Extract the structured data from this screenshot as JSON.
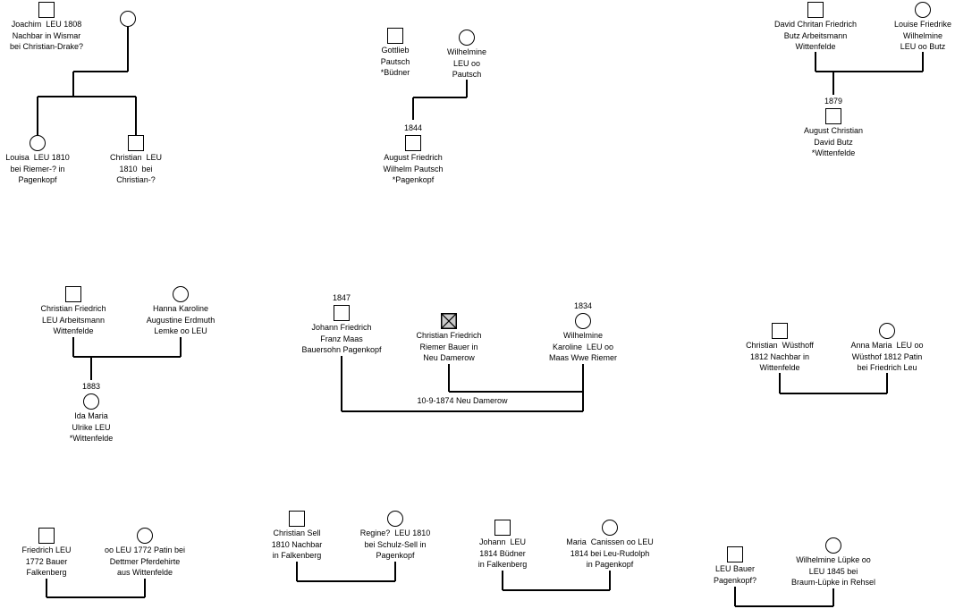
{
  "groups": [
    {
      "id": "joachim",
      "people": [
        {
          "sym": "male",
          "label": "Joachim  LEU 1808\nNachbar in Wismar\nbei Christian-Drake?"
        },
        {
          "sym": "female",
          "label": ""
        },
        {
          "sym": "female",
          "label": "Louisa  LEU 1810\nbei Riemer-? in\nPagenkopf"
        },
        {
          "sym": "male",
          "label": "Christian  LEU\n1810  bei\nChristian-?"
        }
      ]
    },
    {
      "id": "pautsch",
      "people": [
        {
          "sym": "male",
          "label": "Gottlieb\nPautsch\n*Büdner"
        },
        {
          "sym": "female",
          "label": "Wilhelmine\nLEU oo\nPautsch"
        },
        {
          "sym": "male",
          "year": "1844",
          "label": "August Friedrich\nWilhelm Pautsch\n*Pagenkopf"
        }
      ]
    },
    {
      "id": "butz",
      "people": [
        {
          "sym": "male",
          "label": "David Chritan Friedrich\nButz Arbeitsmann\nWittenfelde"
        },
        {
          "sym": "female",
          "label": "Louise Friedrike\nWilhelmine\nLEU oo Butz"
        },
        {
          "sym": "male",
          "year": "1879",
          "label": "August Christian\nDavid Butz\n*Wittenfelde"
        }
      ]
    },
    {
      "id": "ida",
      "people": [
        {
          "sym": "male",
          "label": "Christian Friedrich\nLEU Arbeitsmann\nWittenfelde"
        },
        {
          "sym": "female",
          "label": "Hanna Karoline\nAugustine Erdmuth\nLemke oo LEU"
        },
        {
          "sym": "female",
          "year": "1883",
          "label": "Ida Maria\nUlrike LEU\n*Wittenfelde"
        }
      ]
    },
    {
      "id": "maas",
      "people": [
        {
          "sym": "male",
          "year": "1847",
          "label": "Johann Friedrich\nFranz Maas\nBauersohn Pagenkopf"
        },
        {
          "sym": "male-deceased",
          "label": "Christian Friedrich\nRiemer Bauer in\nNeu Damerow"
        },
        {
          "sym": "female",
          "year": "1834",
          "label": "Wilhelmine\nKaroline  LEU oo\nMaas Wwe Riemer"
        }
      ],
      "marriage": "10-9-1874 Neu Damerow"
    },
    {
      "id": "wusthoff",
      "people": [
        {
          "sym": "male",
          "label": "Christian  Wüsthoff\n1812 Nachbar in\nWittenfelde"
        },
        {
          "sym": "female",
          "label": "Anna Maria  LEU oo\nWüsthof 1812 Patin\nbei Friedrich Leu"
        }
      ]
    },
    {
      "id": "f1772",
      "people": [
        {
          "sym": "male",
          "label": "Friedrich LEU\n1772 Bauer\nFalkenberg"
        },
        {
          "sym": "female",
          "label": "oo LEU 1772 Patin bei\nDettmer Pferdehirte\naus Wittenfelde"
        }
      ]
    },
    {
      "id": "sell",
      "people": [
        {
          "sym": "male",
          "label": "Christian Sell\n1810 Nachbar\nin Falkenberg"
        },
        {
          "sym": "female",
          "label": "Regine?  LEU 1810\nbei Schulz-Sell in\nPagenkopf"
        }
      ]
    },
    {
      "id": "j1814",
      "people": [
        {
          "sym": "male",
          "label": "Johann  LEU\n1814 Büdner\nin Falkenberg"
        },
        {
          "sym": "female",
          "label": "Maria  Canissen oo LEU\n1814 bei Leu-Rudolph\nin Pagenkopf"
        }
      ]
    },
    {
      "id": "lupke",
      "people": [
        {
          "sym": "male",
          "label": "LEU Bauer\nPagenkopf?"
        },
        {
          "sym": "female",
          "label": "Wilhelmine Lüpke oo\nLEU 1845 bei\nBraum-Lüpke in Rehsel"
        }
      ]
    }
  ]
}
